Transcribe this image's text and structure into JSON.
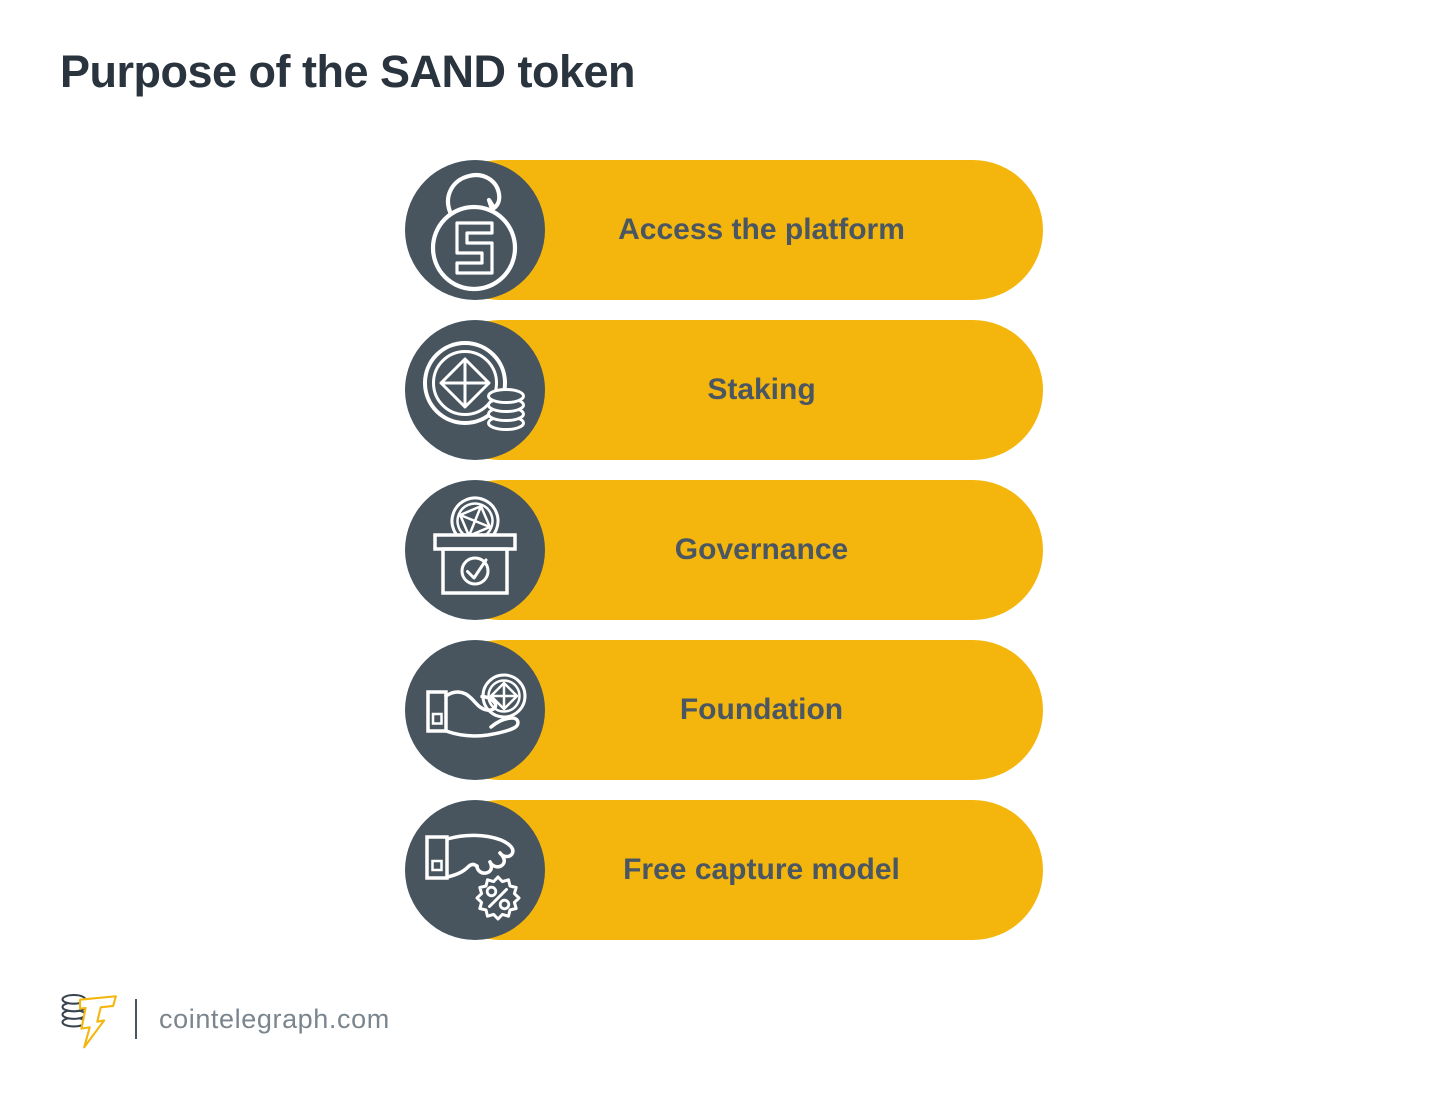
{
  "title": "Purpose of the SAND token",
  "rows": [
    {
      "label": "Access the platform",
      "icon": "lock-sand-icon"
    },
    {
      "label": "Staking",
      "icon": "coin-and-stack-icon"
    },
    {
      "label": "Governance",
      "icon": "ballot-box-coin-icon"
    },
    {
      "label": "Foundation",
      "icon": "hand-holding-coin-icon"
    },
    {
      "label": "Free capture model",
      "icon": "hand-percent-badge-icon"
    }
  ],
  "footer": {
    "site_label": "cointelegraph.com",
    "brand": "cointelegraph-logo"
  },
  "colors": {
    "accent": "#F4B60D",
    "circle": "#48555F",
    "title-ink": "#2A343E",
    "label-ink": "#4A5662",
    "footer-ink": "#7A858D",
    "divider": "#4A5560",
    "logo-ink": "#39434D"
  }
}
